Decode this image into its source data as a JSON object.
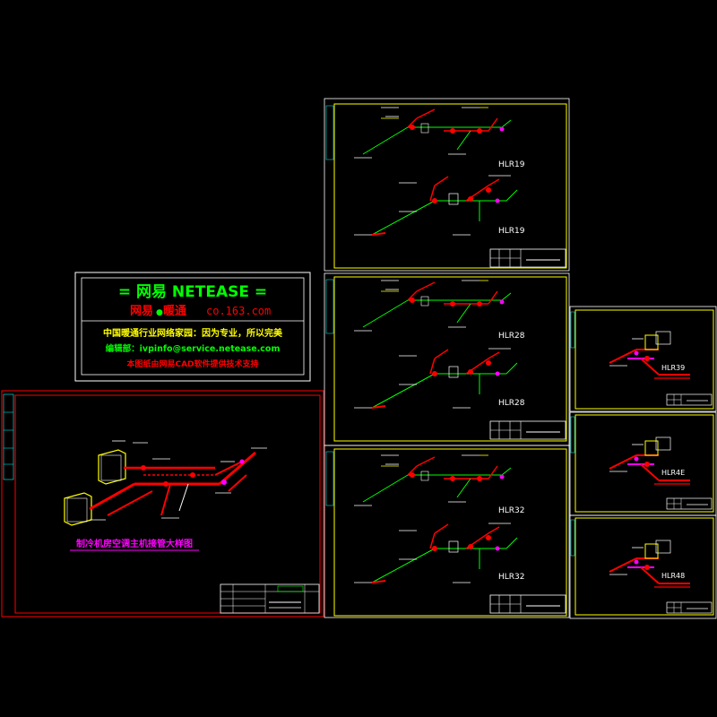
{
  "colors": {
    "background": "#000000",
    "frame_yellow": "#ffff00",
    "frame_red": "#ff0000",
    "frame_white": "#ffffff",
    "pipe_green": "#00ff00",
    "pipe_red": "#ff0000",
    "accent_magenta": "#ff00ff",
    "text_cyan": "#00ffff"
  },
  "banner": {
    "title": "= 网易  NETEASE =",
    "subtitle_cn": "网易",
    "subtitle_dot": "●",
    "subtitle_hvac": "暖通",
    "subtitle_url": "co.163.com",
    "line1": "中国暖通行业网络家园：因为专业，所以完美",
    "line2": "编辑部：ivpinfo@service.netease.com",
    "line3": "本图纸由网易CAD软件提供技术支持"
  },
  "main_drawing": {
    "caption": "制冷机房空调主机接管大样图"
  },
  "sheets": [
    {
      "label_top": "HLR19",
      "label_bottom": "HLR19"
    },
    {
      "label_top": "HLR28",
      "label_bottom": "HLR28"
    },
    {
      "label_top": "HLR32",
      "label_bottom": "HLR32"
    }
  ],
  "small_sheets": [
    {
      "label": "HLR39"
    },
    {
      "label": "HLR4E"
    },
    {
      "label": "HLR48"
    }
  ]
}
